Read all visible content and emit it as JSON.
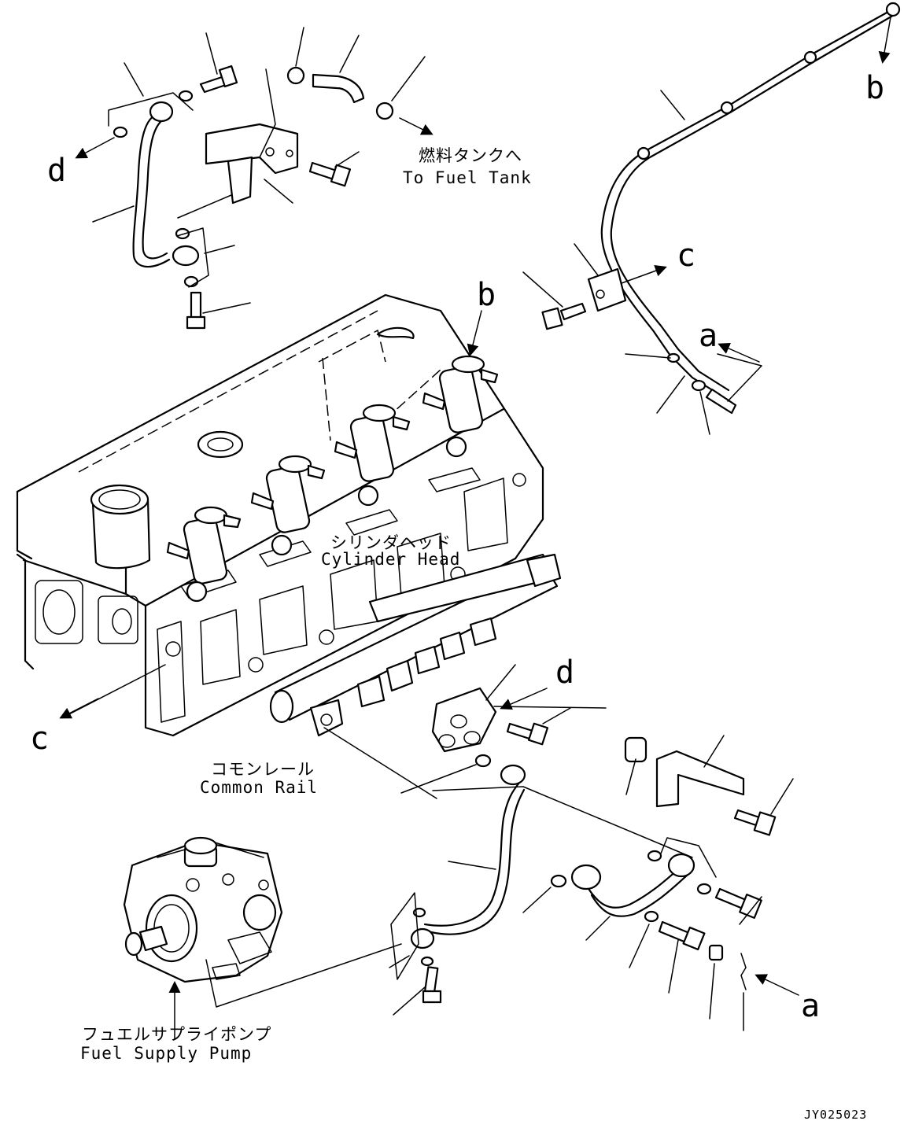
{
  "diagram": {
    "labels": {
      "fuel_tank_jp": "燃料タンクへ",
      "fuel_tank_en": "To Fuel Tank",
      "cylinder_head_jp": "シリンダヘッド",
      "cylinder_head_en": "Cylinder Head",
      "common_rail_jp": "コモンレール",
      "common_rail_en": "Common Rail",
      "supply_pump_jp": "フュエルサプライポンプ",
      "supply_pump_en": "Fuel Supply Pump"
    },
    "refs": {
      "a": "a",
      "b": "b",
      "c": "c",
      "d": "d"
    },
    "drawing_code": "JY025023"
  }
}
